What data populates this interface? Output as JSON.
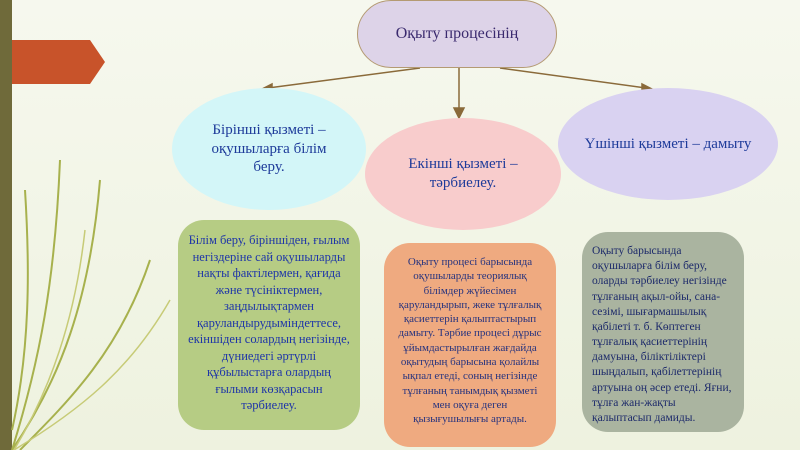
{
  "title": "Оқыту процесінің",
  "functions": [
    {
      "label": "Бірінші қызметі – оқушыларға білім беру.",
      "description": "Білім беру, біріншіден, ғылым негіздеріне сай оқушыларды нақты фактілермен, қағида және түсініктермен, заңдылықтармен қаруландырудымiндеттесе, екіншіден солардың негізінде, дүниедегі әртүрлі құбылыстарға олардың ғылыми көзқарасын тәрбиелеу."
    },
    {
      "label": "Екінші қызметі – тәрбиелеу.",
      "description": "Оқыту процесі барысында оқушыларды теориялық білімдер жүйесімен қаруландырып, жеке тұлғалық қасиеттерін қалыптастырып дамыту. Тәрбие процесі дұрыс ұйымдастырылған жағдайда оқытудың барысына қолайлы ықпал етеді, соның негізінде тұлғаның танымдық қызметі мен оқуға деген қызығушылығы артады."
    },
    {
      "label": "Үшінші қызметі – дамыту",
      "description": "Оқыту барысында оқушыларға білім беру, оларды тәрбиелеу негізінде тұлғаның ақыл-ойы, сана-сезімі, шығармашылық қабілеті т. б. Көптеген тұлғалық қасиеттерінің дамуына, біліктіліктері шыңдалып, қабілеттерінің артуына оң әсер етеді. Яғни, тұлға жан-жақты қалыптасып дамиды."
    }
  ],
  "colors": {
    "title_fill": "#ddd3e8",
    "oval_1": "#d3f6f8",
    "oval_2": "#f8cccc",
    "oval_3": "#d9d2f1",
    "box_1": "#b6cc84",
    "box_2": "#efaa80",
    "box_3": "#aab4a0",
    "accent_arrow": "#c8532a"
  }
}
